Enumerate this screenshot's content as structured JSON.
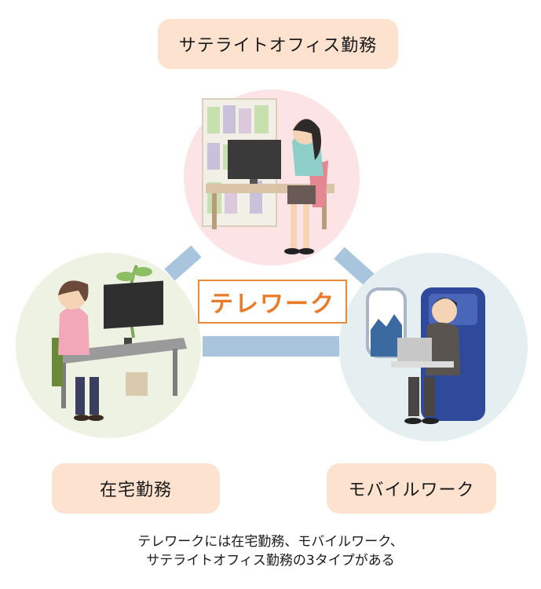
{
  "center": {
    "label": "テレワーク",
    "accent": "#e87a28"
  },
  "nodes": {
    "top": {
      "label": "サテライトオフィス勤務",
      "circle_color": "#fbe3e6"
    },
    "left": {
      "label": "在宅勤務",
      "circle_color": "#eef2e3"
    },
    "right": {
      "label": "モバイルワーク",
      "circle_color": "#e5eef0"
    }
  },
  "label_box_color": "#fde3cf",
  "connector_color": "#a9c4dd",
  "caption": {
    "line1": "テレワークには在宅勤務、モバイルワーク、",
    "line2": "サテライトオフィス勤務の3タイプがある"
  }
}
